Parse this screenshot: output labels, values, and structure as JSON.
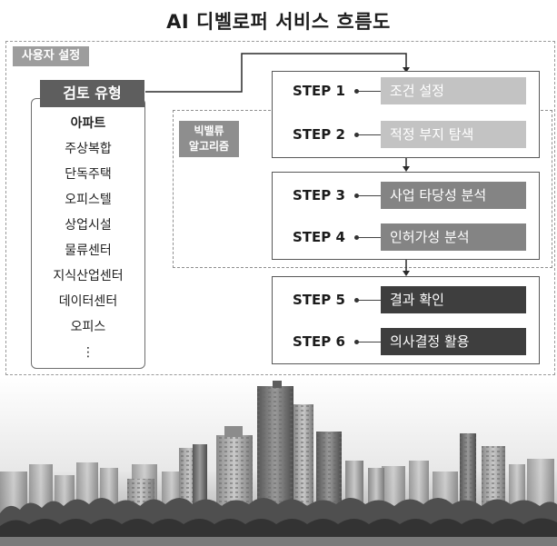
{
  "title": "AI 디벨로퍼 서비스 흐름도",
  "user_settings_label": "사용자 설정",
  "algorithm_label_line1": "빅밸류",
  "algorithm_label_line2": "알고리즘",
  "review_type": {
    "heading": "검토 유형",
    "items": [
      "아파트",
      "주상복합",
      "단독주택",
      "오피스텔",
      "상업시설",
      "물류센터",
      "지식산업센터",
      "데이터센터",
      "오피스",
      "⋮"
    ]
  },
  "steps": [
    {
      "label": "STEP 1",
      "text": "조건 설정"
    },
    {
      "label": "STEP 2",
      "text": "적정 부지 탐색"
    },
    {
      "label": "STEP 3",
      "text": "사업 타당성 분석"
    },
    {
      "label": "STEP 4",
      "text": "인허가성 분석"
    },
    {
      "label": "STEP 5",
      "text": "결과 확인"
    },
    {
      "label": "STEP 6",
      "text": "의사결정 활용"
    }
  ],
  "colors": {
    "light": "#c3c3c3",
    "mid": "#848484",
    "dark": "#3e3e3e"
  }
}
